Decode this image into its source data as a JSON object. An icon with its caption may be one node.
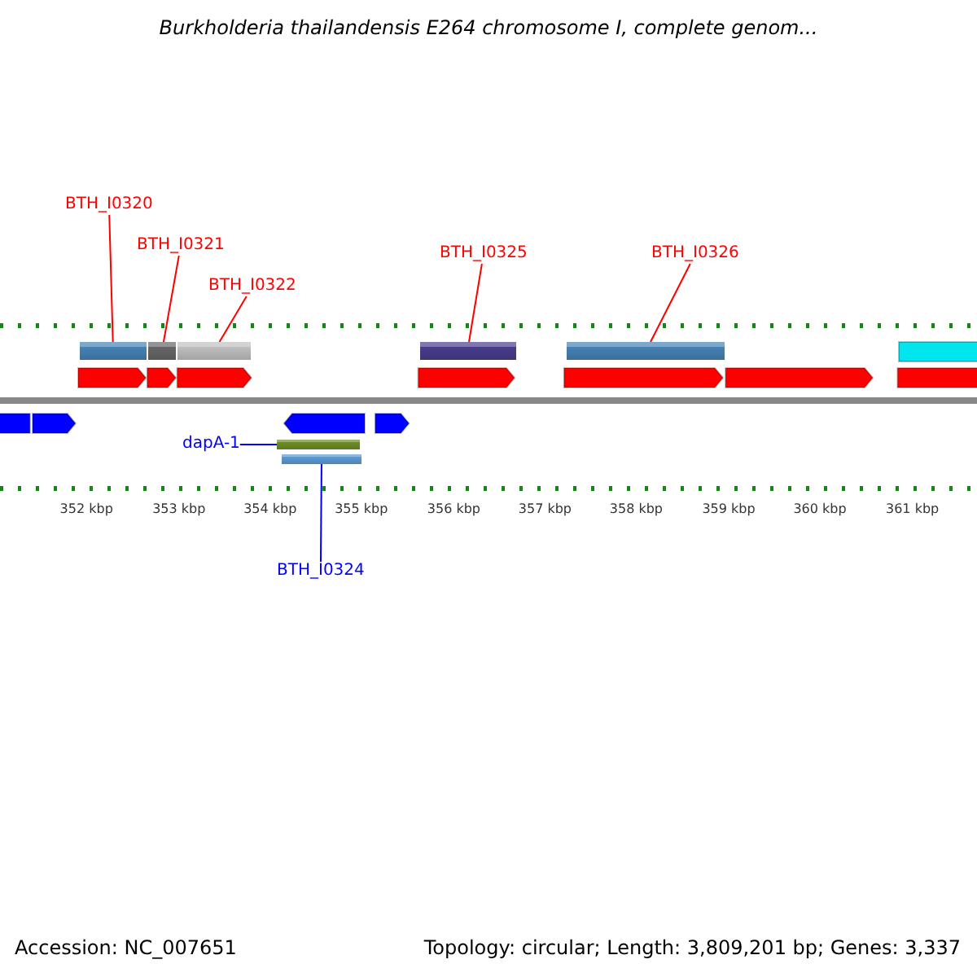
{
  "diagram": {
    "title": "Burkholderia thailandensis E264 chromosome I, complete genom...",
    "nodes": [
      {
        "text": [
          "BTH_I0320"
        ]
      },
      {
        "text": [],
        "shape": "bar"
      },
      {
        "text": [
          "BTH_I0321"
        ]
      },
      {
        "text": [],
        "shape": "bar"
      },
      {
        "text": [
          "BTH_I0322"
        ]
      },
      {
        "text": [],
        "shape": "bar"
      },
      {
        "text": [
          "BTH_I0325"
        ]
      },
      {
        "text": [],
        "shape": "bar"
      },
      {
        "text": [
          "BTH_I0326"
        ]
      },
      {
        "text": [],
        "shape": "bar"
      },
      {
        "text": [
          "dapA-1"
        ]
      },
      {
        "text": [],
        "shape": "bar"
      },
      {
        "text": [
          "BTH_I0324"
        ]
      },
      {
        "text": [],
        "shape": "bar"
      }
    ],
    "edges": [
      {
        "from": 0,
        "to": 1,
        "arrow": "none"
      },
      {
        "from": 2,
        "to": 3,
        "arrow": "none"
      },
      {
        "from": 4,
        "to": 5,
        "arrow": "none"
      },
      {
        "from": 6,
        "to": 7,
        "arrow": "none"
      },
      {
        "from": 8,
        "to": 9,
        "arrow": "none"
      },
      {
        "from": 10,
        "to": 11,
        "arrow": "none",
        "color": "#0000ff"
      },
      {
        "from": 12,
        "to": 13,
        "arrow": "none",
        "color": "#0000ff"
      }
    ],
    "labels": [
      "352 kbp",
      "353 kbp",
      "354 kbp",
      "355 kbp",
      "356 kbp",
      "357 kbp",
      "358 kbp",
      "359 kbp",
      "360 kbp",
      "361 kbp",
      "Accession: NC_007651",
      "Topology: circular; Length: 3,809,201 bp; Genes: 3,337"
    ]
  }
}
